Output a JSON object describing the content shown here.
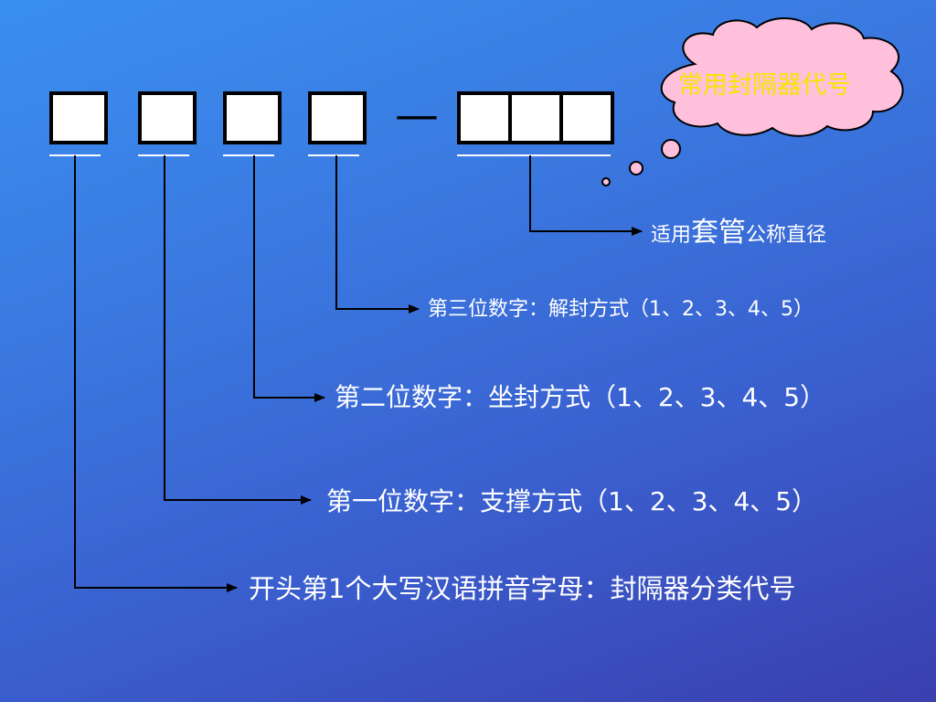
{
  "code_format": {
    "separator": "—"
  },
  "callout": {
    "text": "常用封隔器代号"
  },
  "labels": {
    "diameter_prefix": "适用",
    "diameter_emph": "套管",
    "diameter_suffix": "公称直径",
    "third_digit": "第三位数字：解封方式（1、2、3、4、5）",
    "second_digit": "第二位数字：坐封方式（1、2、3、4、5）",
    "first_digit": "第一位数字：支撑方式（1、2、3、4、5）",
    "first_letter": "开头第1个大写汉语拼音字母：封隔器分类代号"
  },
  "colors": {
    "background_top": "#3a8ff0",
    "background_bottom": "#3a3fae",
    "line": "#000000",
    "box_fill": "#ffffff",
    "cloud_fill": "#ffc0dc",
    "cloud_text": "#f4e600",
    "label_text": "#ffffff"
  }
}
